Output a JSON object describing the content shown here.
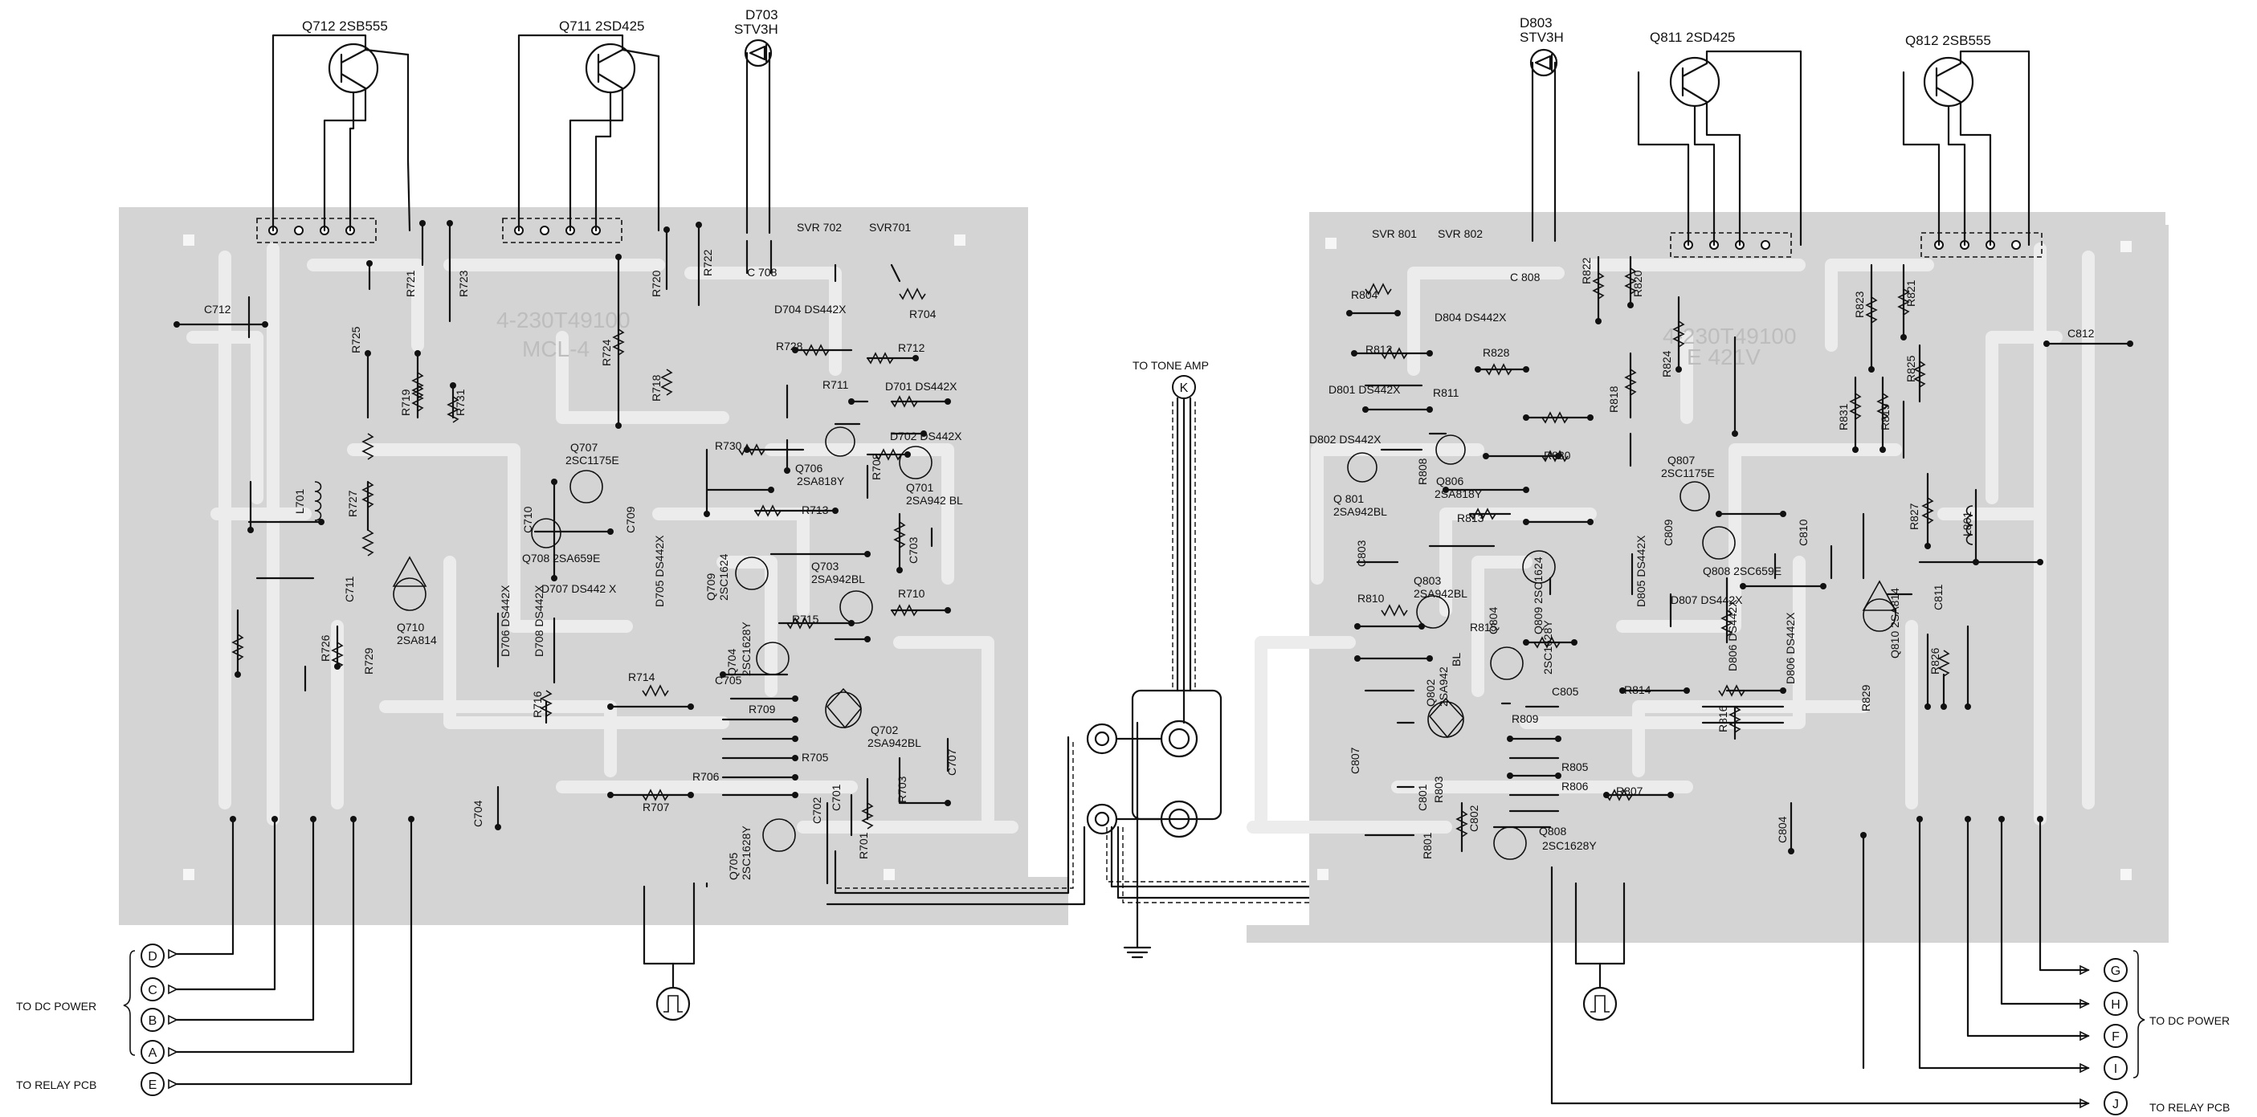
{
  "left": {
    "transistors_top": [
      "Q712  2SB555",
      "Q711   2SD425"
    ],
    "diode_top": [
      "D703",
      "STV3H"
    ],
    "board_marks": [
      "4-230T49100",
      "MCL-4"
    ],
    "labels": [
      "SVR 702",
      "SVR701",
      "C 708",
      "D704  DS442X",
      "R704",
      "C712",
      "R721",
      "R723",
      "R720",
      "R722",
      "R725",
      "R724",
      "R719",
      "R731",
      "R718",
      "R728",
      "R712",
      "R711",
      "D701 DS442X",
      "D702  DS442X",
      "R730",
      "Q707",
      "2SC1175E",
      "Q706",
      "2SA818Y",
      "R708",
      "Q701",
      "2SA942 BL",
      "L701",
      "R727",
      "C710",
      "C709",
      "R713",
      "Q708  2SA659E",
      "D705 DS442X",
      "C703",
      "Q709",
      "2SC1624",
      "Q703",
      "2SA942BL",
      "R710",
      "D707 DS442 X",
      "C711",
      "D706 DS442X",
      "D708 DS442X",
      "Q710",
      "2SA814",
      "R715",
      "Q704",
      "2SC1628Y",
      "R726",
      "R729",
      "R714",
      "C705",
      "R716",
      "R709",
      "Q702",
      "2SA942BL",
      "R705",
      "C707",
      "R706",
      "C701",
      "R703",
      "C702",
      "R707",
      "C704",
      "Q705",
      "2SC1628Y",
      "R701"
    ],
    "terminals": [
      "D",
      "C",
      "B",
      "A",
      "E"
    ],
    "to_dc_power": "TO DC POWER",
    "to_relay": "TO RELAY PCB"
  },
  "center": {
    "tone_label": "TO TONE AMP",
    "tone_terminal": "K"
  },
  "right": {
    "transistors_top": [
      "Q811  2SD425",
      "Q812  2SB555"
    ],
    "diode_top": [
      "D803",
      "STV3H"
    ],
    "board_marks": [
      "4-230T49100",
      "E 421V"
    ],
    "labels": [
      "SVR 801",
      "SVR 802",
      "C 808",
      "D804  DS442X",
      "R804",
      "R822",
      "R820",
      "R823",
      "R821",
      "C812",
      "R812",
      "R828",
      "R824",
      "R825",
      "D801  DS442X",
      "R811",
      "R818",
      "R831",
      "R819",
      "D802  DS442X",
      "R808",
      "Q806",
      "2SA818Y",
      "R830",
      "Q807",
      "2SC1175E",
      "Q 801",
      "2SA942BL",
      "R813",
      "R827",
      "L801",
      "C809",
      "C810",
      "C803",
      "Q809 2SC1624",
      "D805 DS442X",
      "Q808  2SC659E",
      "Q803",
      "2SA942BL",
      "D807  DS442X",
      "C811",
      "R810",
      "R815",
      "Q810  2SA814",
      "D806 DS442X",
      "D806 DS442X",
      "Q804",
      "2SC1628Y",
      "Q802",
      "2SA942",
      "BL",
      "C805",
      "R814",
      "R816",
      "R829",
      "R826",
      "R809",
      "C807",
      "R805",
      "R806",
      "R803",
      "C801",
      "R807",
      "C802",
      "C804",
      "R801",
      "Q808",
      "2SC1628Y"
    ],
    "terminals": [
      "G",
      "H",
      "F",
      "I",
      "J"
    ],
    "to_dc_power": "TO DC POWER",
    "to_relay": "TO RELAY PCB"
  }
}
